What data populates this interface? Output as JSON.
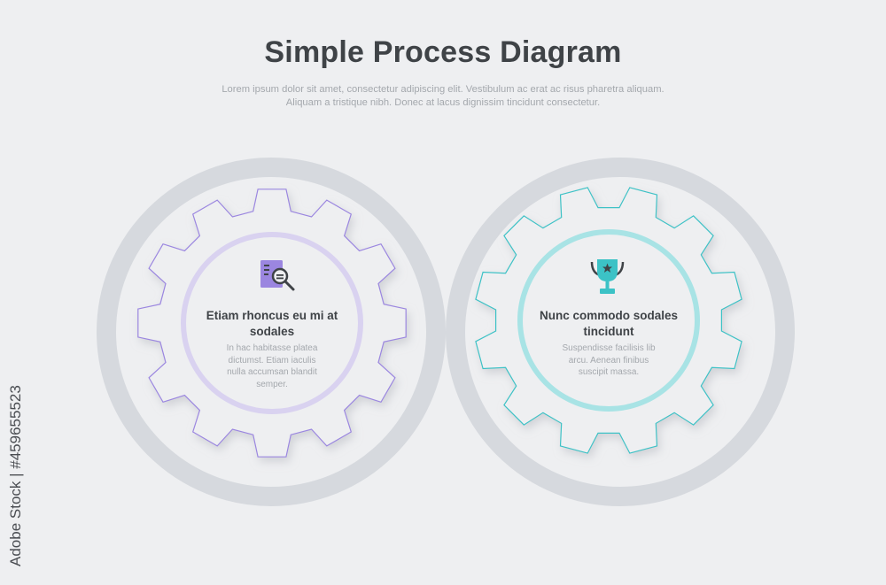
{
  "header": {
    "title": "Simple Process Diagram",
    "subtitle": "Lorem ipsum dolor sit amet, consectetur adipiscing elit. Vestibulum ac erat ac risus pharetra aliquam. Aliquam a tristique nibh. Donec at lacus dignissim tincidunt consectetur."
  },
  "steps": [
    {
      "title": "Etiam rhoncus eu mi at sodales",
      "text": "In hac habitasse platea dictumst. Etiam iaculis nulla accumsan blandit semper.",
      "icon": "document-search-icon",
      "color": "#9b86e0"
    },
    {
      "title": "Nunc commodo sodales tincidunt",
      "text": "Suspendisse facilisis lib arcu. Aenean finibus suscipit massa.",
      "icon": "trophy-icon",
      "color": "#3cc2c6"
    }
  ],
  "watermark": "Adobe Stock | #459655523"
}
